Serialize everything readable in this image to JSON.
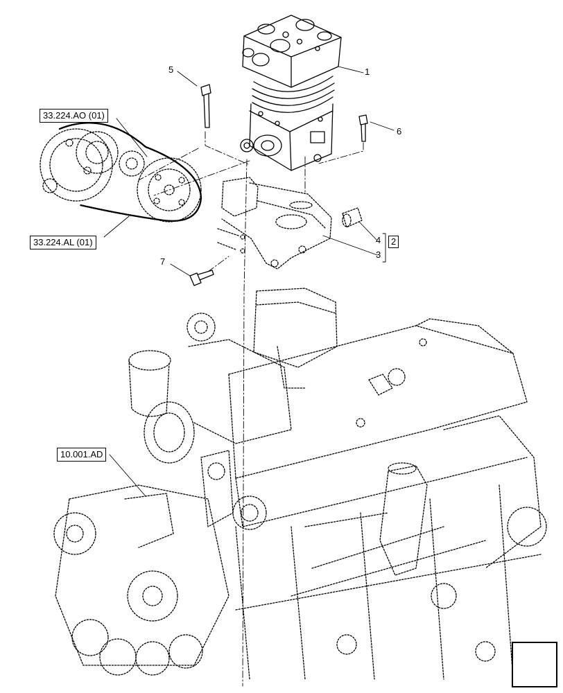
{
  "diagram": {
    "callouts": {
      "c1": "1",
      "c2": "2",
      "c3": "3",
      "c4": "4",
      "c5": "5",
      "c6": "6",
      "c7": "7"
    },
    "refs": {
      "belt_drive": "33.224.AO (01)",
      "belt": "33.224.AL (01)",
      "engine": "10.001.AD"
    },
    "icons": {
      "nav": "next-page-arrow-icon"
    }
  }
}
